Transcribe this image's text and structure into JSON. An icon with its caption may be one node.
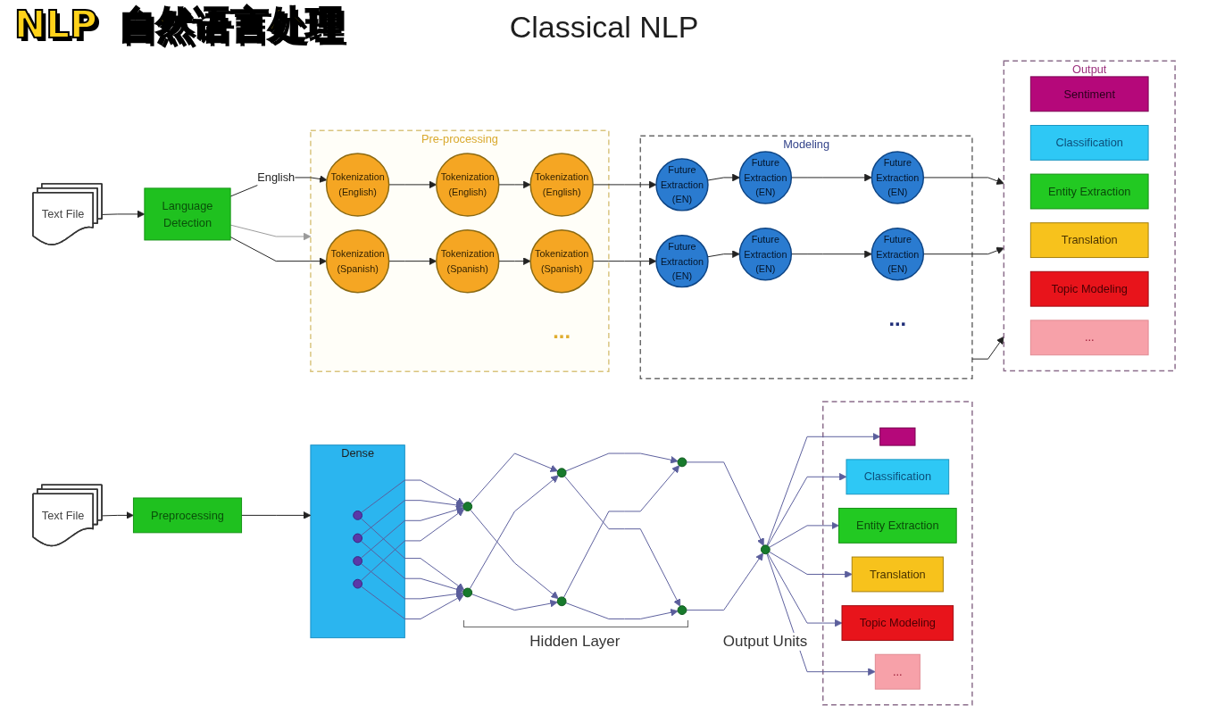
{
  "diagram": {
    "title": "Classical NLP",
    "nodes": [
      {
        "text": [
          "Text File"
        ]
      },
      {
        "text": [
          "Language Detection"
        ]
      },
      {
        "text": [
          "Pre-processing"
        ]
      },
      {
        "text": [
          "Tokenization (English)"
        ],
        "in": 2
      },
      {
        "text": [
          "Tokenization (English)"
        ],
        "in": 2
      },
      {
        "text": [
          "Tokenization (English)"
        ],
        "in": 2
      },
      {
        "text": [
          "Tokenization (Spanish)"
        ],
        "in": 2
      },
      {
        "text": [
          "Tokenization (Spanish)"
        ],
        "in": 2
      },
      {
        "text": [
          "Tokenization (Spanish)"
        ],
        "in": 2
      },
      {
        "text": [
          "..."
        ],
        "in": 2
      },
      {
        "text": [
          "Modeling"
        ]
      },
      {
        "text": [
          "Future Extraction (EN)"
        ],
        "in": 10
      },
      {
        "text": [
          "Future Extraction (EN)"
        ],
        "in": 10
      },
      {
        "text": [
          "Future Extraction (EN)"
        ],
        "in": 10
      },
      {
        "text": [
          "Future Extraction (EN)"
        ],
        "in": 10
      },
      {
        "text": [
          "Future Extraction (EN)"
        ],
        "in": 10
      },
      {
        "text": [
          "Future Extraction (EN)"
        ],
        "in": 10
      },
      {
        "text": [
          "..."
        ],
        "in": 10
      },
      {
        "text": [
          "Output"
        ]
      },
      {
        "text": [
          "Sentiment"
        ],
        "in": 18
      },
      {
        "text": [
          "Classification"
        ],
        "in": 18
      },
      {
        "text": [
          "Entity Extraction"
        ],
        "in": 18
      },
      {
        "text": [
          "Translation"
        ],
        "in": 18
      },
      {
        "text": [
          "Topic Modeling"
        ],
        "in": 18
      },
      {
        "text": [
          "..."
        ],
        "in": 18
      },
      {
        "text": [
          "Text File"
        ]
      },
      {
        "text": [
          "Preprocessing"
        ]
      },
      {
        "text": [
          "Dense"
        ]
      },
      {
        "text": [],
        "shape": "circle",
        "in": 27
      },
      {
        "text": [],
        "shape": "circle",
        "in": 27
      },
      {
        "text": [],
        "shape": "circle",
        "in": 27
      },
      {
        "text": [],
        "shape": "circle",
        "in": 27
      },
      {
        "text": [],
        "shape": "circle"
      },
      {
        "text": [],
        "shape": "circle"
      },
      {
        "text": [],
        "shape": "circle"
      },
      {
        "text": [],
        "shape": "circle"
      },
      {
        "text": [],
        "shape": "circle"
      },
      {
        "text": [],
        "shape": "circle"
      },
      {
        "text": [],
        "shape": "circle"
      },
      {
        "text": [],
        "shape": "box"
      },
      {
        "text": [],
        "shape": "bar",
        "in": 39
      },
      {
        "text": [
          "Classification"
        ],
        "in": 39
      },
      {
        "text": [
          "Entity Extraction"
        ],
        "in": 39
      },
      {
        "text": [
          "Translation"
        ],
        "in": 39
      },
      {
        "text": [
          "Topic Modeling"
        ],
        "in": 39
      },
      {
        "text": [
          "..."
        ],
        "in": 39
      }
    ],
    "edges": [
      {
        "from": 0,
        "to": 1,
        "arrow": "to",
        "color": "#222222"
      },
      {
        "from": 1,
        "to": 3,
        "arrow": "to",
        "label": "English",
        "color": "#222222"
      },
      {
        "from": 1,
        "to": 6,
        "arrow": "to",
        "color": "#222222"
      },
      {
        "from": 1,
        "to": 2,
        "arrow": "to",
        "color": "#9a9a9a"
      },
      {
        "from": 3,
        "to": 4,
        "arrow": "to",
        "color": "#222222"
      },
      {
        "from": 4,
        "to": 5,
        "arrow": "to",
        "color": "#222222"
      },
      {
        "from": 5,
        "to": 11,
        "arrow": "to",
        "color": "#222222"
      },
      {
        "from": 11,
        "to": 12,
        "arrow": "to",
        "color": "#222222"
      },
      {
        "from": 12,
        "to": 13,
        "arrow": "to",
        "color": "#222222"
      },
      {
        "from": 13,
        "to": 18,
        "arrow": "to",
        "color": "#222222"
      },
      {
        "from": 6,
        "to": 7,
        "arrow": "to",
        "color": "#222222"
      },
      {
        "from": 7,
        "to": 8,
        "arrow": "to",
        "color": "#222222"
      },
      {
        "from": 8,
        "to": 14,
        "arrow": "to",
        "color": "#222222"
      },
      {
        "from": 14,
        "to": 15,
        "arrow": "to",
        "color": "#222222"
      },
      {
        "from": 15,
        "to": 16,
        "arrow": "to",
        "color": "#222222"
      },
      {
        "from": 16,
        "to": 18,
        "arrow": "to",
        "color": "#222222"
      },
      {
        "from": 10,
        "to": 18,
        "arrow": "to",
        "color": "#222222"
      },
      {
        "from": 25,
        "to": 26,
        "arrow": "to",
        "color": "#222222"
      },
      {
        "from": 26,
        "to": 27,
        "arrow": "to",
        "color": "#222222"
      },
      {
        "from": 28,
        "to": 32,
        "arrow": "to",
        "color": "#5b5e9c"
      },
      {
        "from": 28,
        "to": 33,
        "arrow": "to",
        "color": "#5b5e9c"
      },
      {
        "from": 29,
        "to": 32,
        "arrow": "to",
        "color": "#5b5e9c"
      },
      {
        "from": 29,
        "to": 33,
        "arrow": "to",
        "color": "#5b5e9c"
      },
      {
        "from": 30,
        "to": 32,
        "arrow": "to",
        "color": "#5b5e9c"
      },
      {
        "from": 30,
        "to": 33,
        "arrow": "to",
        "color": "#5b5e9c"
      },
      {
        "from": 31,
        "to": 32,
        "arrow": "to",
        "color": "#5b5e9c"
      },
      {
        "from": 31,
        "to": 33,
        "arrow": "to",
        "color": "#5b5e9c"
      },
      {
        "from": 32,
        "to": 34,
        "arrow": "to",
        "color": "#5b5e9c"
      },
      {
        "from": 32,
        "to": 35,
        "arrow": "to",
        "color": "#5b5e9c"
      },
      {
        "from": 33,
        "to": 34,
        "arrow": "to",
        "color": "#5b5e9c"
      },
      {
        "from": 33,
        "to": 35,
        "arrow": "to",
        "color": "#5b5e9c"
      },
      {
        "from": 34,
        "to": 36,
        "arrow": "to",
        "color": "#5b5e9c"
      },
      {
        "from": 34,
        "to": 37,
        "arrow": "to",
        "color": "#5b5e9c"
      },
      {
        "from": 35,
        "to": 36,
        "arrow": "to",
        "color": "#5b5e9c"
      },
      {
        "from": 35,
        "to": 37,
        "arrow": "to",
        "color": "#5b5e9c"
      },
      {
        "from": 36,
        "to": 38,
        "arrow": "to",
        "color": "#5b5e9c"
      },
      {
        "from": 37,
        "to": 38,
        "arrow": "to",
        "color": "#5b5e9c"
      },
      {
        "from": 38,
        "to": 40,
        "arrow": "to",
        "color": "#5b5e9c"
      },
      {
        "from": 38,
        "to": 41,
        "arrow": "to",
        "color": "#5b5e9c"
      },
      {
        "from": 38,
        "to": 42,
        "arrow": "to",
        "color": "#5b5e9c"
      },
      {
        "from": 38,
        "to": 43,
        "arrow": "to",
        "color": "#5b5e9c"
      },
      {
        "from": 38,
        "to": 44,
        "arrow": "to",
        "color": "#5b5e9c"
      },
      {
        "from": 38,
        "to": 45,
        "arrow": "to",
        "color": "#5b5e9c"
      }
    ],
    "labels": [
      "NLP",
      "自然语言处理",
      "Hidden Layer",
      "Output Units"
    ]
  }
}
